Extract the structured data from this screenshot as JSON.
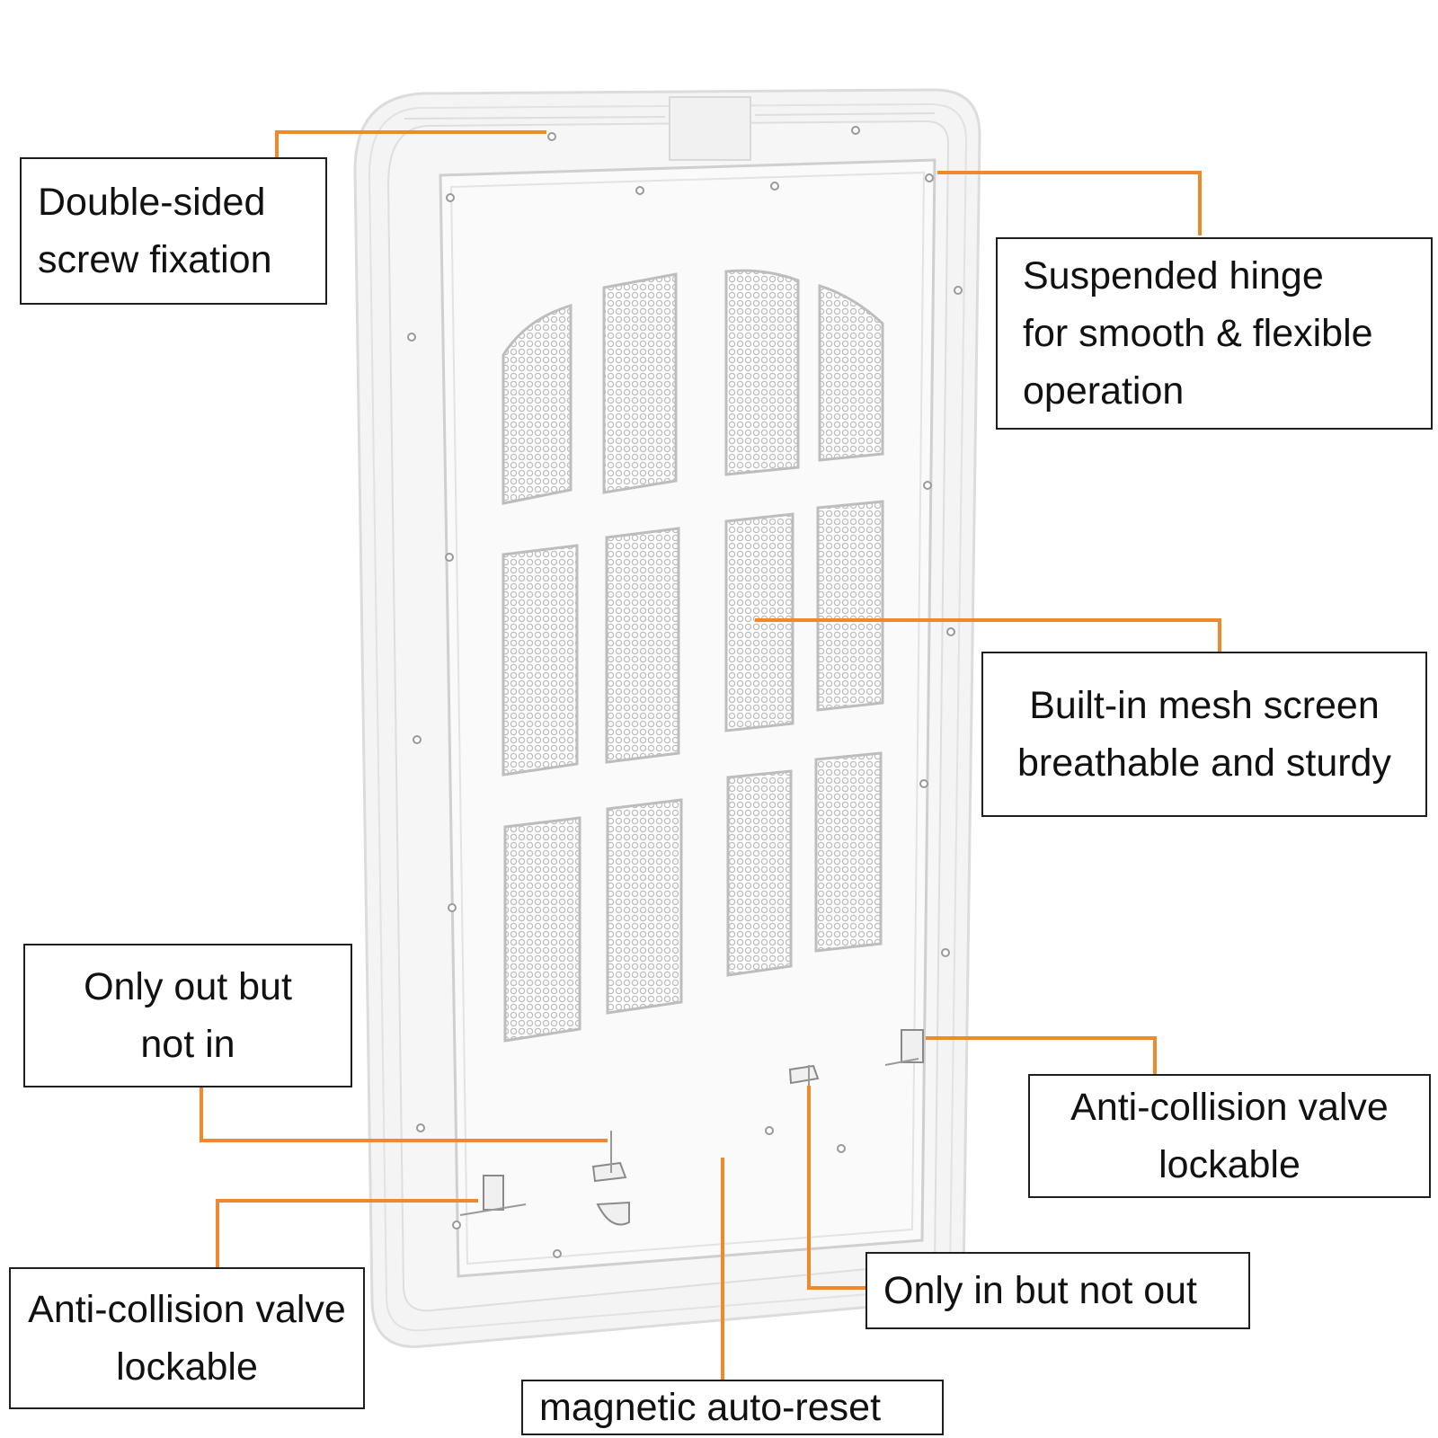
{
  "colors": {
    "leader_line": "#ef8a2c",
    "box_border": "#1e1e1e",
    "text": "#111111",
    "frame": "#f3f3f3",
    "panel": "#f7f7f7",
    "mesh": "#c9c9c9"
  },
  "callouts": {
    "screw": {
      "lines": [
        "Double-sided",
        "screw fixation"
      ]
    },
    "hinge": {
      "lines": [
        "Suspended hinge",
        "for smooth & flexible",
        "operation"
      ]
    },
    "mesh": {
      "lines": [
        "Built-in mesh screen",
        "breathable and sturdy"
      ]
    },
    "only_out": {
      "lines": [
        "Only out but",
        "not in"
      ]
    },
    "valve_right": {
      "lines": [
        "Anti-collision valve",
        "lockable"
      ]
    },
    "valve_left": {
      "lines": [
        "Anti-collision valve",
        "lockable"
      ]
    },
    "only_in": {
      "lines": [
        "Only in but not out"
      ]
    },
    "magnetic": {
      "lines": [
        "magnetic auto-reset"
      ]
    }
  }
}
